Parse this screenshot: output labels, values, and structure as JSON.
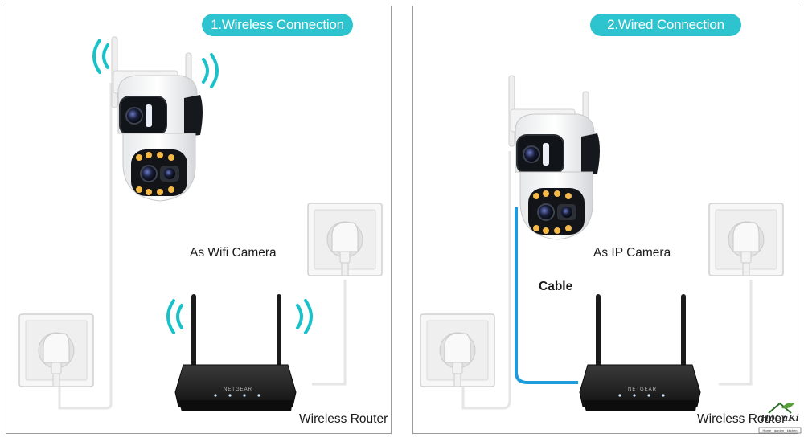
{
  "panels": {
    "wireless": {
      "title": "1.Wireless Connection",
      "camera_label": "As Wifi Camera",
      "router_label": "Wireless Router"
    },
    "wired": {
      "title": "2.Wired Connection",
      "camera_label": "As IP Camera",
      "cable_label": "Cable",
      "router_label": "Wireless Router"
    }
  },
  "router_brand": "NETGEAR",
  "colors": {
    "accent": "#2ec4cf",
    "cable": "#1f9bdb",
    "router": "#1c1c1c",
    "wire": "#e8e8e8"
  },
  "watermark": {
    "text": "HoGaKi",
    "tagline": "Home · garden · kitchen"
  }
}
